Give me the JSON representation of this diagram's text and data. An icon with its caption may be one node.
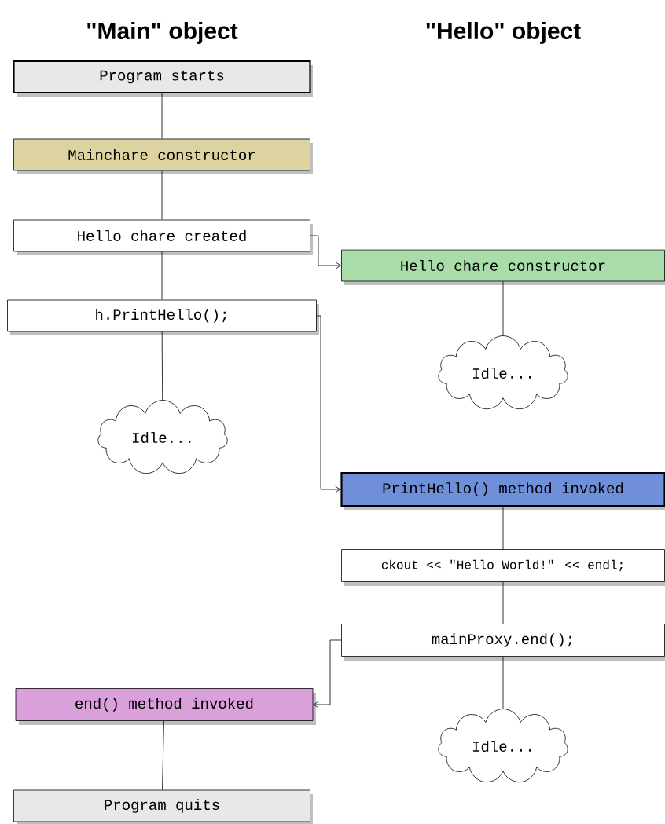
{
  "diagram": {
    "nodes": [
      {
        "text": [
          "Program starts"
        ]
      },
      {
        "text": [
          "Mainchare constructor"
        ]
      },
      {
        "text": [
          "Hello chare created"
        ]
      },
      {
        "text": [
          "Hello chare constructor"
        ]
      },
      {
        "text": [
          "h.PrintHello();"
        ]
      },
      {
        "text": [
          "Idle..."
        ]
      },
      {
        "text": [
          "Idle..."
        ]
      },
      {
        "text": [
          "PrintHello() method invoked"
        ]
      },
      {
        "text": [
          "ckout << \"Hello World!\" << endl;"
        ]
      },
      {
        "text": [
          "mainProxy.end();"
        ]
      },
      {
        "text": [
          "end() method invoked"
        ]
      },
      {
        "text": [
          "Idle..."
        ]
      },
      {
        "text": [
          "Program quits"
        ]
      }
    ],
    "edges": [
      {
        "from": 0,
        "to": 1,
        "arrow": "none"
      },
      {
        "from": 1,
        "to": 2,
        "arrow": "none"
      },
      {
        "from": 2,
        "to": 3,
        "arrow": "to"
      },
      {
        "from": 2,
        "to": 4,
        "arrow": "none"
      },
      {
        "from": 3,
        "to": 5,
        "arrow": "none"
      },
      {
        "from": 4,
        "to": 6,
        "arrow": "none"
      },
      {
        "from": 4,
        "to": 7,
        "arrow": "to"
      },
      {
        "from": 7,
        "to": 8,
        "arrow": "none"
      },
      {
        "from": 8,
        "to": 9,
        "arrow": "none"
      },
      {
        "from": 9,
        "to": 10,
        "arrow": "to"
      },
      {
        "from": 9,
        "to": 11,
        "arrow": "none"
      },
      {
        "from": 10,
        "to": 12,
        "arrow": "none"
      }
    ],
    "labels": [
      "\"Main\" object",
      "\"Hello\" object"
    ]
  }
}
